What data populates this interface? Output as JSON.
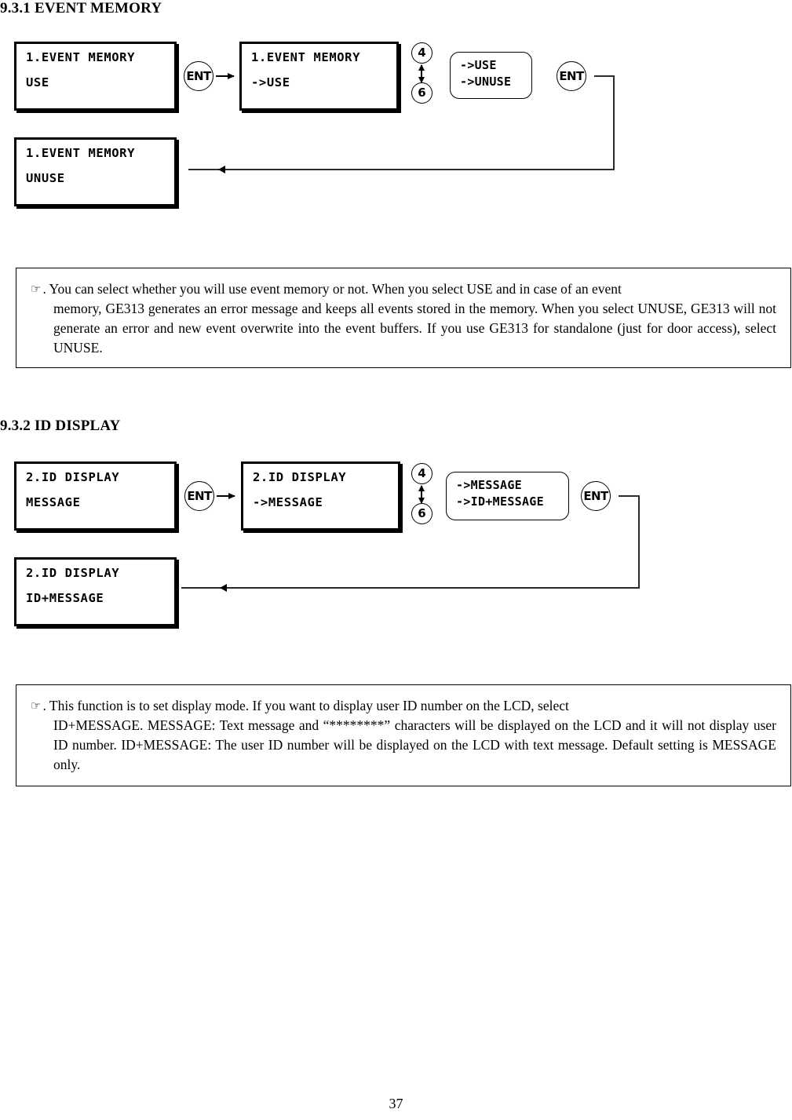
{
  "page": {
    "number": "37"
  },
  "sections": [
    {
      "heading": "9.3.1 EVENT MEMORY",
      "diagram": {
        "lcd_current": {
          "row1": "1.EVENT MEMORY",
          "row2": "USE"
        },
        "key_enter_1": "ENT",
        "lcd_edit": {
          "row1": "1.EVENT MEMORY",
          "row2": "->USE"
        },
        "key_up": "4",
        "key_down": "6",
        "options": {
          "line1": "->USE",
          "line2": "->UNUSE"
        },
        "key_enter_2": "ENT",
        "lcd_result": {
          "row1": "1.EVENT MEMORY",
          "row2": "UNUSE"
        }
      },
      "note": {
        "bullet": "hand-pointer-icon",
        "bullet_glyph": "☞",
        "line1": ". You can select whether you will use event memory or not. When you select USE and in case of an event",
        "rest": "memory, GE313 generates an error message and keeps all events stored in the memory. When you select UNUSE, GE313 will not generate an error and new event overwrite into the event buffers. If you use GE313 for standalone (just for door access), select UNUSE."
      }
    },
    {
      "heading": "9.3.2 ID DISPLAY",
      "diagram": {
        "lcd_current": {
          "row1": "2.ID DISPLAY",
          "row2": "MESSAGE"
        },
        "key_enter_1": "ENT",
        "lcd_edit": {
          "row1": "2.ID DISPLAY",
          "row2": "->MESSAGE"
        },
        "key_up": "4",
        "key_down": "6",
        "options": {
          "line1": "->MESSAGE",
          "line2": "->ID+MESSAGE"
        },
        "key_enter_2": "ENT",
        "lcd_result": {
          "row1": "2.ID DISPLAY",
          "row2": "ID+MESSAGE"
        }
      },
      "note": {
        "bullet": "hand-pointer-icon",
        "bullet_glyph": "☞",
        "line1": ". This function is to set display mode. If you want to display user ID number on the LCD, select",
        "rest": "ID+MESSAGE. MESSAGE: Text message and “********” characters will be displayed on the LCD and it will not display user ID number. ID+MESSAGE: The user ID number will be displayed on the LCD with text message. Default setting is MESSAGE only."
      }
    }
  ]
}
